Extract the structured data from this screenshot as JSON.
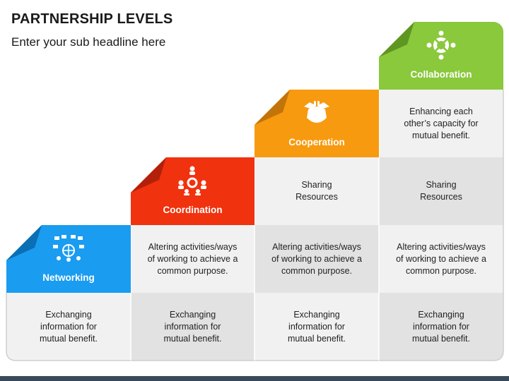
{
  "title": "PARTNERSHIP LEVELS",
  "subtitle": "Enter your sub headline here",
  "levels": [
    {
      "label": "Networking",
      "color": "#1a9cf0",
      "icon": "network-globe-icon"
    },
    {
      "label": "Coordination",
      "color": "#f0320e",
      "icon": "team-gear-icon"
    },
    {
      "label": "Cooperation",
      "color": "#f79a0f",
      "icon": "handshake-icon"
    },
    {
      "label": "Collaboration",
      "color": "#8ac83c",
      "icon": "connected-people-icon"
    }
  ],
  "cells": {
    "exchanging": "Exchanging information for mutual benefit.",
    "altering": "Altering activities/ways of working to achieve a common purpose.",
    "sharing": "Sharing Resources",
    "enhancing": "Enhancing each other’s capacity for mutual benefit."
  }
}
